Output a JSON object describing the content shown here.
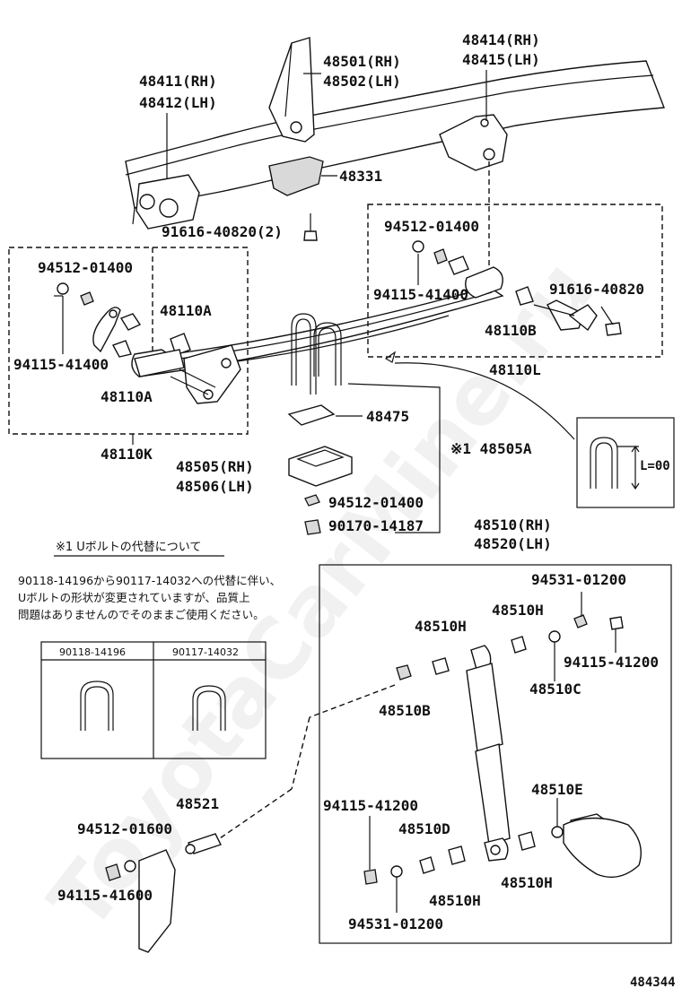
{
  "labels": {
    "p48411": "48411(RH)",
    "p48412": "48412(LH)",
    "p48501": "48501(RH)",
    "p48502": "48502(LH)",
    "p48414": "48414(RH)",
    "p48415": "48415(LH)",
    "p48331": "48331",
    "p91616_2": "91616-40820(2)",
    "p94512_l": "94512-01400",
    "p48110A_1": "48110A",
    "p94115_l": "94115-41400",
    "p48110A_2": "48110A",
    "p48110K": "48110K",
    "p94512_r": "94512-01400",
    "p94115_r": "94115-41400",
    "p91616_r": "91616-40820",
    "p48110B": "48110B",
    "p48110L": "48110L",
    "p48475": "48475",
    "p48505A": "※1 48505A",
    "p48505": "48505(RH)",
    "p48506": "48506(LH)",
    "p94512_c": "94512-01400",
    "p90170": "90170-14187",
    "p48510": "48510(RH)",
    "p48520": "48520(LH)",
    "p94531_t": "94531-01200",
    "p48510H_1": "48510H",
    "p48510H_2": "48510H",
    "p94115_41200_t": "94115-41200",
    "p48510C": "48510C",
    "p48510B": "48510B",
    "p48521": "48521",
    "p94512_01600": "94512-01600",
    "p94115_41600": "94115-41600",
    "p94115_41200_b": "94115-41200",
    "p48510D": "48510D",
    "p48510E": "48510E",
    "p48510H_3": "48510H",
    "p48510H_4": "48510H",
    "p94531_b": "94531-01200",
    "ubolt_dim": "L=00"
  },
  "note": {
    "heading": "※1 Uボルトの代替について",
    "line1": "90118-14196から90117-14032への代替に伴い、",
    "line2": "Uボルトの形状が変更されていますが、品質上",
    "line3": "問題はありませんのでそのままご使用ください。",
    "table_col1": "90118-14196",
    "table_col2": "90117-14032"
  },
  "watermark": "ToyotaCarMine.ru",
  "figure_id": "484344"
}
